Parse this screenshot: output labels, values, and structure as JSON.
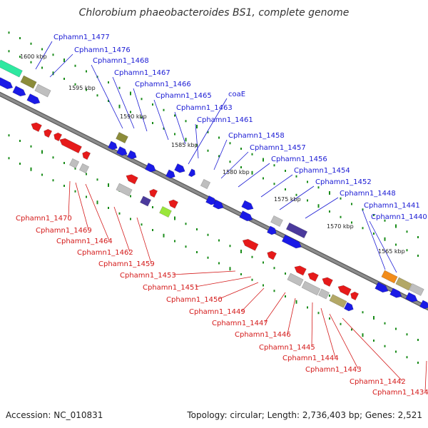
{
  "title": "Chlorobium phaeobacteroides BS1, complete genome",
  "footer": {
    "accession": "Accession: NC_010831",
    "topology": "Topology: circular; Length: 2,736,403 bp; Genes: 2,521"
  },
  "colors": {
    "backbone": "#8c8c8c",
    "tick": "#1a8c1a",
    "forward_gene": "#1a1ae6",
    "reverse_gene": "#e61a1a",
    "forward_label": "#1a1ad4",
    "reverse_label": "#d41a1a",
    "pseudo_gene": "#bfbfbf",
    "rna_green": "#2ee8a0",
    "olive": "#8c8c3a",
    "purple": "#4b3a9c",
    "lime": "#9ae63a",
    "orange": "#f28c1a",
    "tan": "#b3a866"
  },
  "scale_labels": [
    "1600 kbp",
    "1595 kbp",
    "1590 kbp",
    "1585 kbp",
    "1580 kbp",
    "1575 kbp",
    "1570 kbp",
    "1565 kbp"
  ],
  "forward_labels": [
    "Cphamn1_1477",
    "Cphamn1_1476",
    "Cphamn1_1468",
    "Cphamn1_1467",
    "Cphamn1_1466",
    "Cphamn1_1465",
    "coaE",
    "Cphamn1_1463",
    "Cphamn1_1461",
    "Cphamn1_1458",
    "Cphamn1_1457",
    "Cphamn1_1456",
    "Cphamn1_1454",
    "Cphamn1_1452",
    "Cphamn1_1448",
    "Cphamn1_1441",
    "Cphamn1_1440"
  ],
  "reverse_labels": [
    "Cphamn1_1470",
    "Cphamn1_1469",
    "Cphamn1_1464",
    "Cphamn1_1462",
    "Cphamn1_1459",
    "Cphamn1_1453",
    "Cphamn1_1451",
    "Cphamn1_1450",
    "Cphamn1_1449",
    "Cphamn1_1447",
    "Cphamn1_1446",
    "Cphamn1_1445",
    "Cphamn1_1444",
    "Cphamn1_1443",
    "Cphamn1_1442",
    "Cphamn1_1434"
  ]
}
